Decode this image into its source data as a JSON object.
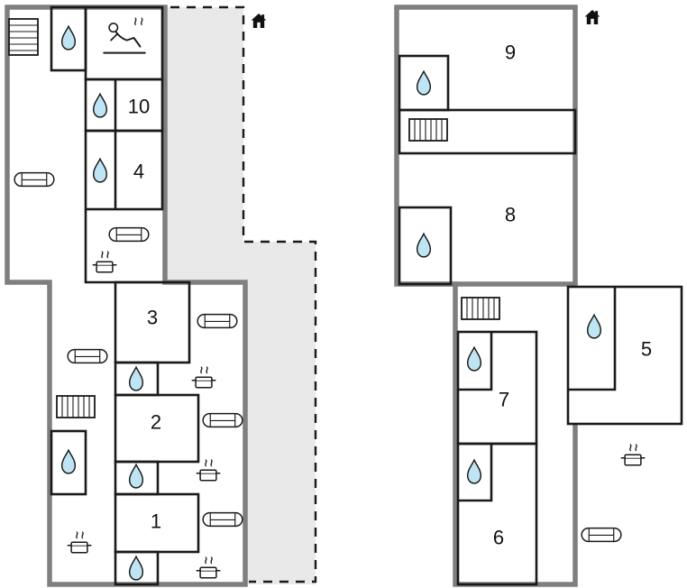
{
  "rooms": {
    "r1": "1",
    "r2": "2",
    "r3": "3",
    "r4": "4",
    "r5": "5",
    "r6": "6",
    "r7": "7",
    "r8": "8",
    "r9": "9",
    "r10": "10"
  },
  "icons": {
    "water_drop": "water-drop-icon",
    "sofa": "sofa-icon",
    "pot": "cooking-pot-icon",
    "sauna": "sauna-person-icon",
    "radiator": "radiator-icon",
    "stairs": "stairs-icon",
    "house": "entrance-house-icon"
  },
  "colors": {
    "outer_wall": "#7f7f7f",
    "inner_wall": "#1a1a1a",
    "terrace_fill": "#e9e9e9",
    "water_drop_fill": "#bfe5f4",
    "background": "#ffffff"
  }
}
